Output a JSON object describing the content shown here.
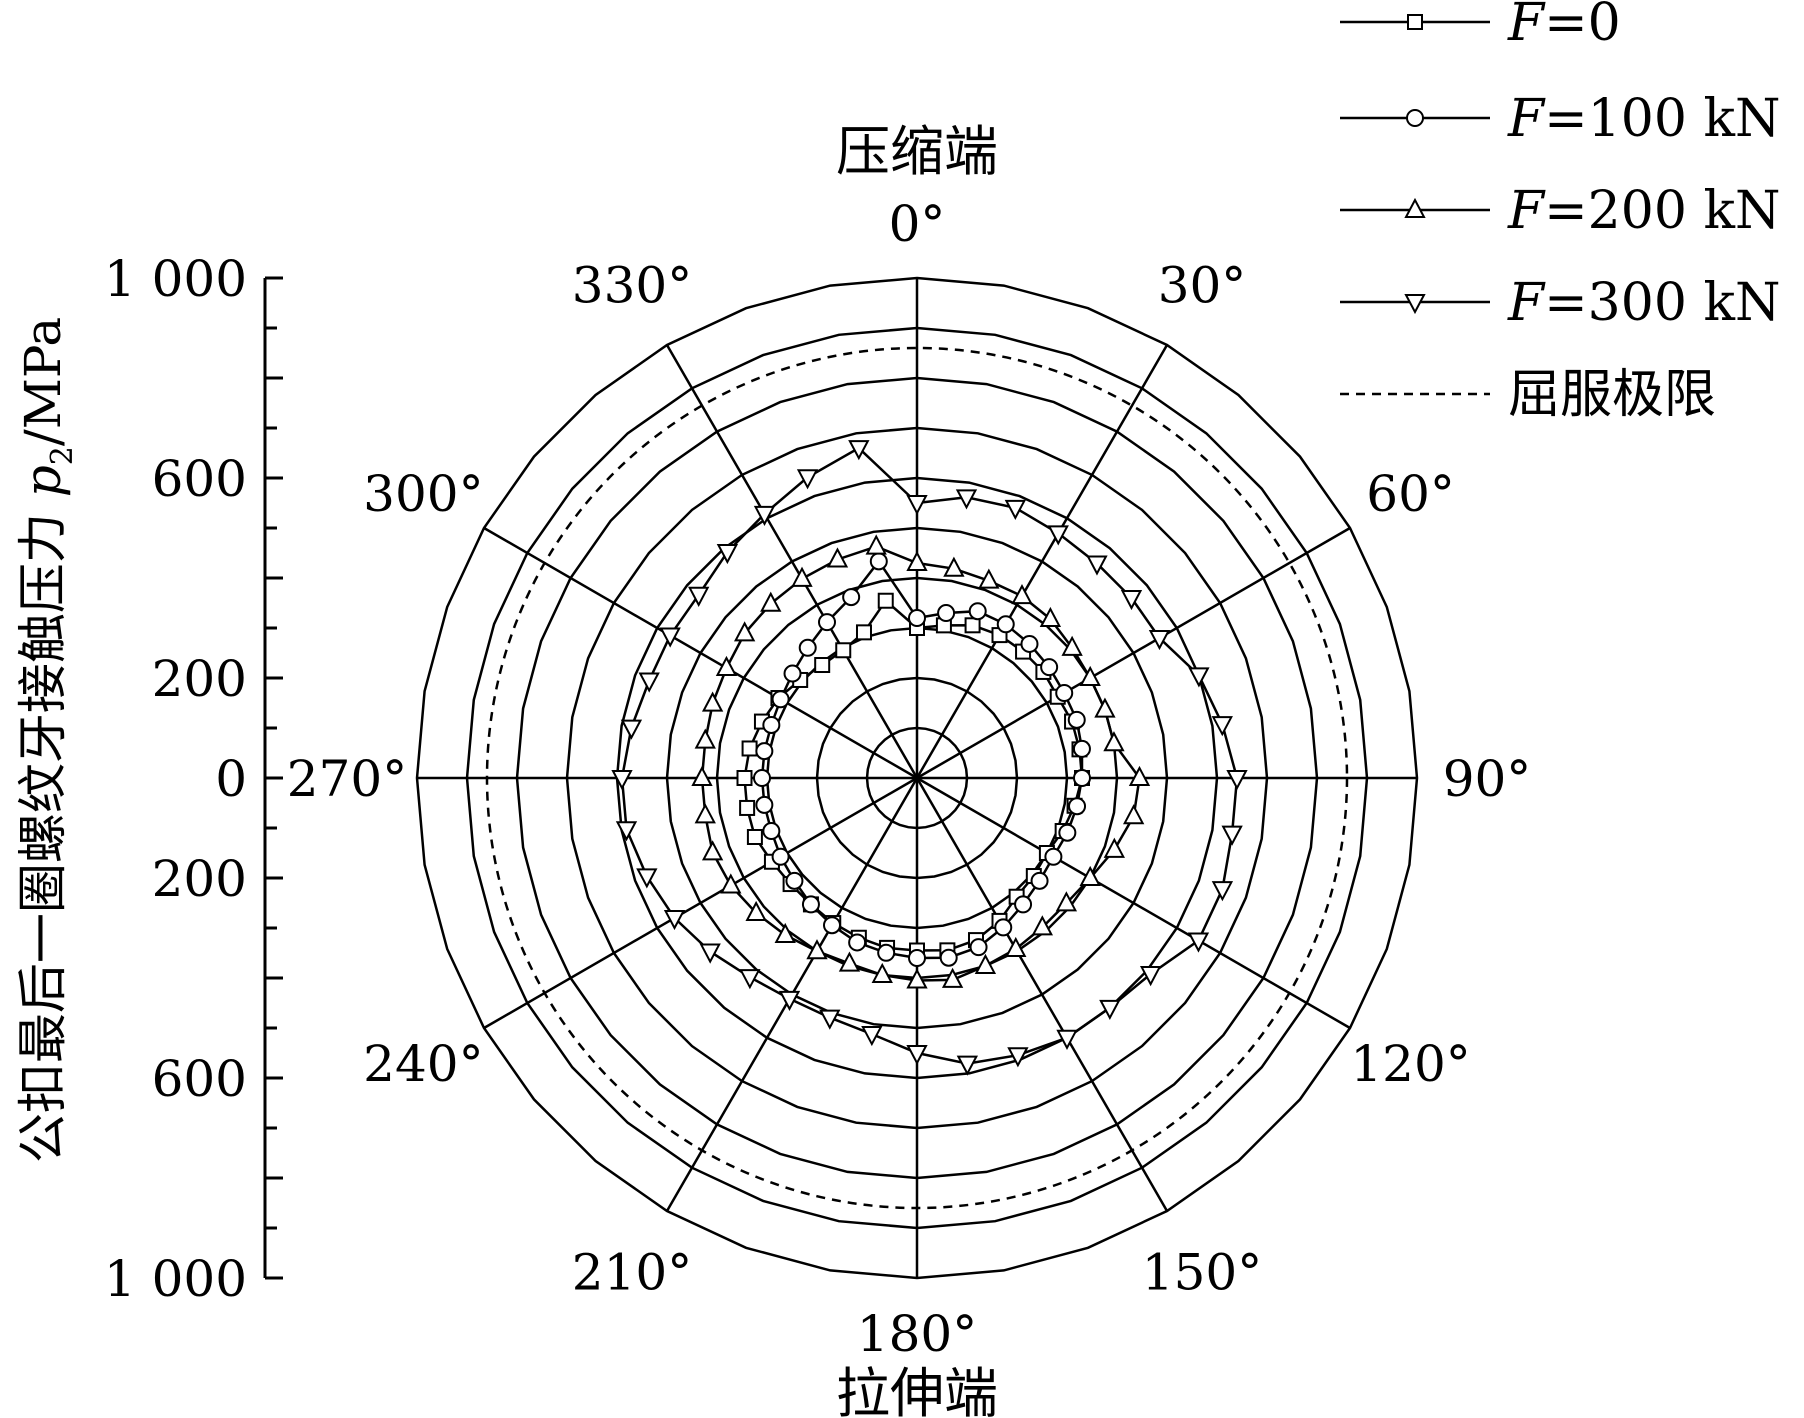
{
  "chart_data": {
    "type": "polar-line",
    "top_label": "压缩端",
    "bottom_label": "拉伸端",
    "ylabel": "公扣最后一圈螺纹牙接触压力 p2/MPa",
    "ylabel_prefix": "公扣最后一圈螺纹牙接触压力 ",
    "ylabel_symbol": "p",
    "ylabel_subscript": "2",
    "ylabel_unit": "/MPa",
    "radial_range": [
      0,
      1000
    ],
    "radial_grid": [
      100,
      200,
      300,
      400,
      500,
      600,
      700,
      800,
      900,
      1000
    ],
    "radial_tick_labels_upper": [
      "1 000",
      "600",
      "200",
      "0"
    ],
    "radial_tick_labels_lower": [
      "200",
      "600",
      "1 000"
    ],
    "angle_ticks": [
      "0°",
      "30°",
      "60°",
      "90°",
      "120°",
      "150°",
      "180°",
      "210°",
      "240°",
      "270°",
      "300°",
      "330°"
    ],
    "legend_position": "top-right",
    "series": [
      {
        "name": "F=0",
        "name_var": "F",
        "name_rest": "=0",
        "marker": "square",
        "angles": [
          0,
          10,
          20,
          30,
          40,
          50,
          60,
          70,
          80,
          90,
          100,
          110,
          120,
          130,
          140,
          150,
          160,
          170,
          180,
          190,
          200,
          210,
          220,
          230,
          240,
          250,
          260,
          270,
          280,
          290,
          300,
          310,
          320,
          330,
          340,
          350
        ],
        "values": [
          300,
          310,
          325,
          330,
          330,
          330,
          325,
          330,
          330,
          330,
          320,
          310,
          300,
          305,
          310,
          330,
          345,
          350,
          345,
          345,
          340,
          335,
          330,
          330,
          335,
          345,
          345,
          345,
          340,
          330,
          320,
          305,
          295,
          295,
          310,
          360
        ]
      },
      {
        "name": "F=100 kN",
        "name_var": "F",
        "name_rest": "=100 kN",
        "marker": "circle",
        "angles": [
          0,
          10,
          20,
          30,
          40,
          50,
          60,
          70,
          80,
          90,
          100,
          110,
          120,
          130,
          140,
          150,
          160,
          170,
          180,
          190,
          200,
          210,
          220,
          230,
          240,
          250,
          260,
          270,
          280,
          290,
          300,
          310,
          320,
          330,
          340,
          350
        ],
        "values": [
          320,
          335,
          355,
          355,
          350,
          345,
          340,
          340,
          335,
          330,
          325,
          320,
          315,
          320,
          330,
          345,
          360,
          365,
          360,
          355,
          350,
          340,
          330,
          320,
          315,
          310,
          310,
          310,
          310,
          310,
          315,
          325,
          340,
          360,
          385,
          440
        ]
      },
      {
        "name": "F=200 kN",
        "name_var": "F",
        "name_rest": "=200 kN",
        "marker": "triangle-up",
        "angles": [
          0,
          10,
          20,
          30,
          40,
          50,
          60,
          70,
          80,
          90,
          100,
          110,
          120,
          130,
          140,
          150,
          160,
          170,
          180,
          190,
          200,
          210,
          220,
          230,
          240,
          250,
          260,
          270,
          280,
          290,
          300,
          310,
          320,
          330,
          340,
          350
        ],
        "values": [
          430,
          425,
          420,
          420,
          415,
          405,
          400,
          400,
          400,
          445,
          440,
          420,
          400,
          390,
          390,
          395,
          400,
          410,
          405,
          400,
          395,
          400,
          410,
          420,
          430,
          435,
          430,
          430,
          430,
          435,
          440,
          450,
          455,
          460,
          465,
          470
        ]
      },
      {
        "name": "F=300 kN",
        "name_var": "F",
        "name_rest": "=300 kN",
        "marker": "triangle-down",
        "angles": [
          0,
          10,
          20,
          30,
          40,
          50,
          60,
          70,
          80,
          90,
          100,
          110,
          120,
          130,
          140,
          150,
          160,
          170,
          180,
          190,
          200,
          210,
          220,
          230,
          240,
          250,
          260,
          270,
          280,
          290,
          300,
          310,
          320,
          330,
          340,
          350
        ],
        "values": [
          550,
          570,
          575,
          565,
          560,
          560,
          560,
          600,
          620,
          640,
          640,
          650,
          650,
          610,
          600,
          600,
          590,
          580,
          550,
          520,
          510,
          510,
          520,
          540,
          560,
          575,
          590,
          590,
          580,
          570,
          570,
          570,
          590,
          610,
          640,
          670
        ]
      },
      {
        "name": "屈服极限",
        "name_var": "",
        "name_rest": "屈服极限",
        "marker": "none",
        "dashed": true,
        "angles": [
          0,
          30,
          60,
          90,
          120,
          150,
          180,
          210,
          240,
          270,
          300,
          330
        ],
        "values": [
          860,
          860,
          860,
          860,
          860,
          860,
          860,
          860,
          860,
          860,
          860,
          860
        ]
      }
    ]
  }
}
